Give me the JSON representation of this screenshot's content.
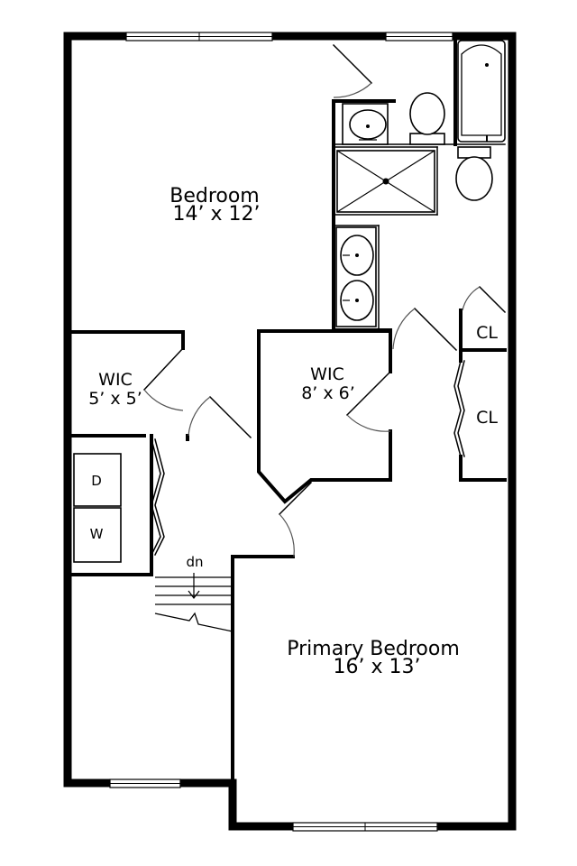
{
  "rooms": {
    "bedroom": {
      "name": "Bedroom",
      "size": "14’ x 12’"
    },
    "wic_small": {
      "name": "WIC",
      "size": "5’ x 5’"
    },
    "wic_large": {
      "name": "WIC",
      "size": "8’ x 6’"
    },
    "primary": {
      "name": "Primary Bedroom",
      "size": "16’ x 13’"
    }
  },
  "closets": {
    "cl_top": "CL",
    "cl_bottom": "CL"
  },
  "appliances": {
    "dryer": "D",
    "washer": "W"
  },
  "stairs": {
    "label": "dn"
  }
}
